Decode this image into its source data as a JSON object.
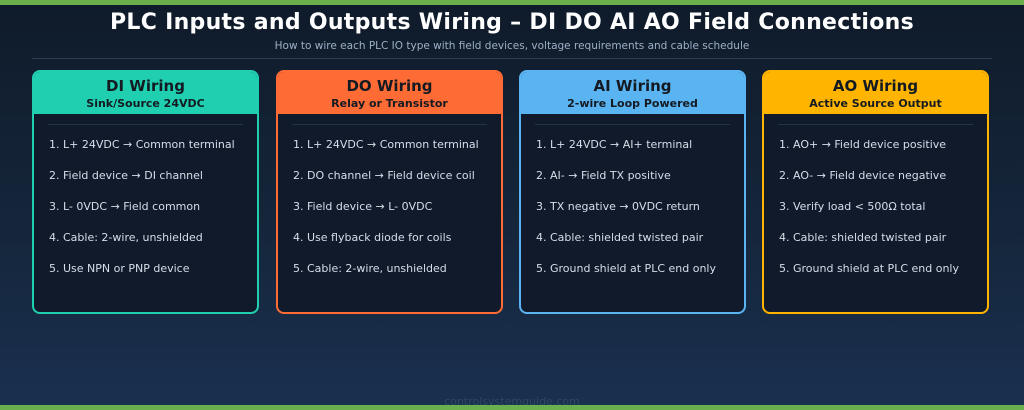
{
  "title": "PLC Inputs and Outputs Wiring – DI DO AI AO Field Connections",
  "subtitle": "How to wire each PLC IO type with field devices, voltage requirements and cable schedule",
  "cards": [
    {
      "title": "DI Wiring",
      "subtitle": "Sink/Source 24VDC",
      "color": "#1fcfb0",
      "steps": [
        "1. L+ 24VDC → Common terminal",
        "2. Field device → DI channel",
        "3. L- 0VDC → Field common",
        "4. Cable: 2-wire, unshielded",
        "5. Use NPN or PNP device"
      ]
    },
    {
      "title": "DO Wiring",
      "subtitle": "Relay or Transistor",
      "color": "#ff6b35",
      "steps": [
        "1. L+ 24VDC → Common terminal",
        "2. DO channel → Field device coil",
        "3. Field device → L- 0VDC",
        "4. Use flyback diode for coils",
        "5. Cable: 2-wire, unshielded"
      ]
    },
    {
      "title": "AI Wiring",
      "subtitle": "2-wire Loop Powered",
      "color": "#5ab4f2",
      "steps": [
        "1. L+ 24VDC → AI+ terminal",
        "2. AI- → Field TX positive",
        "3. TX negative → 0VDC return",
        "4. Cable: shielded twisted pair",
        "5. Ground shield at PLC end only"
      ]
    },
    {
      "title": "AO Wiring",
      "subtitle": "Active Source Output",
      "color": "#ffb400",
      "steps": [
        "1. AO+ → Field device positive",
        "2. AO- → Field device negative",
        "3. Verify load < 500Ω total",
        "4. Cable: shielded twisted pair",
        "5. Ground shield at PLC end only"
      ]
    }
  ],
  "footer": "controlsystemguide.com"
}
